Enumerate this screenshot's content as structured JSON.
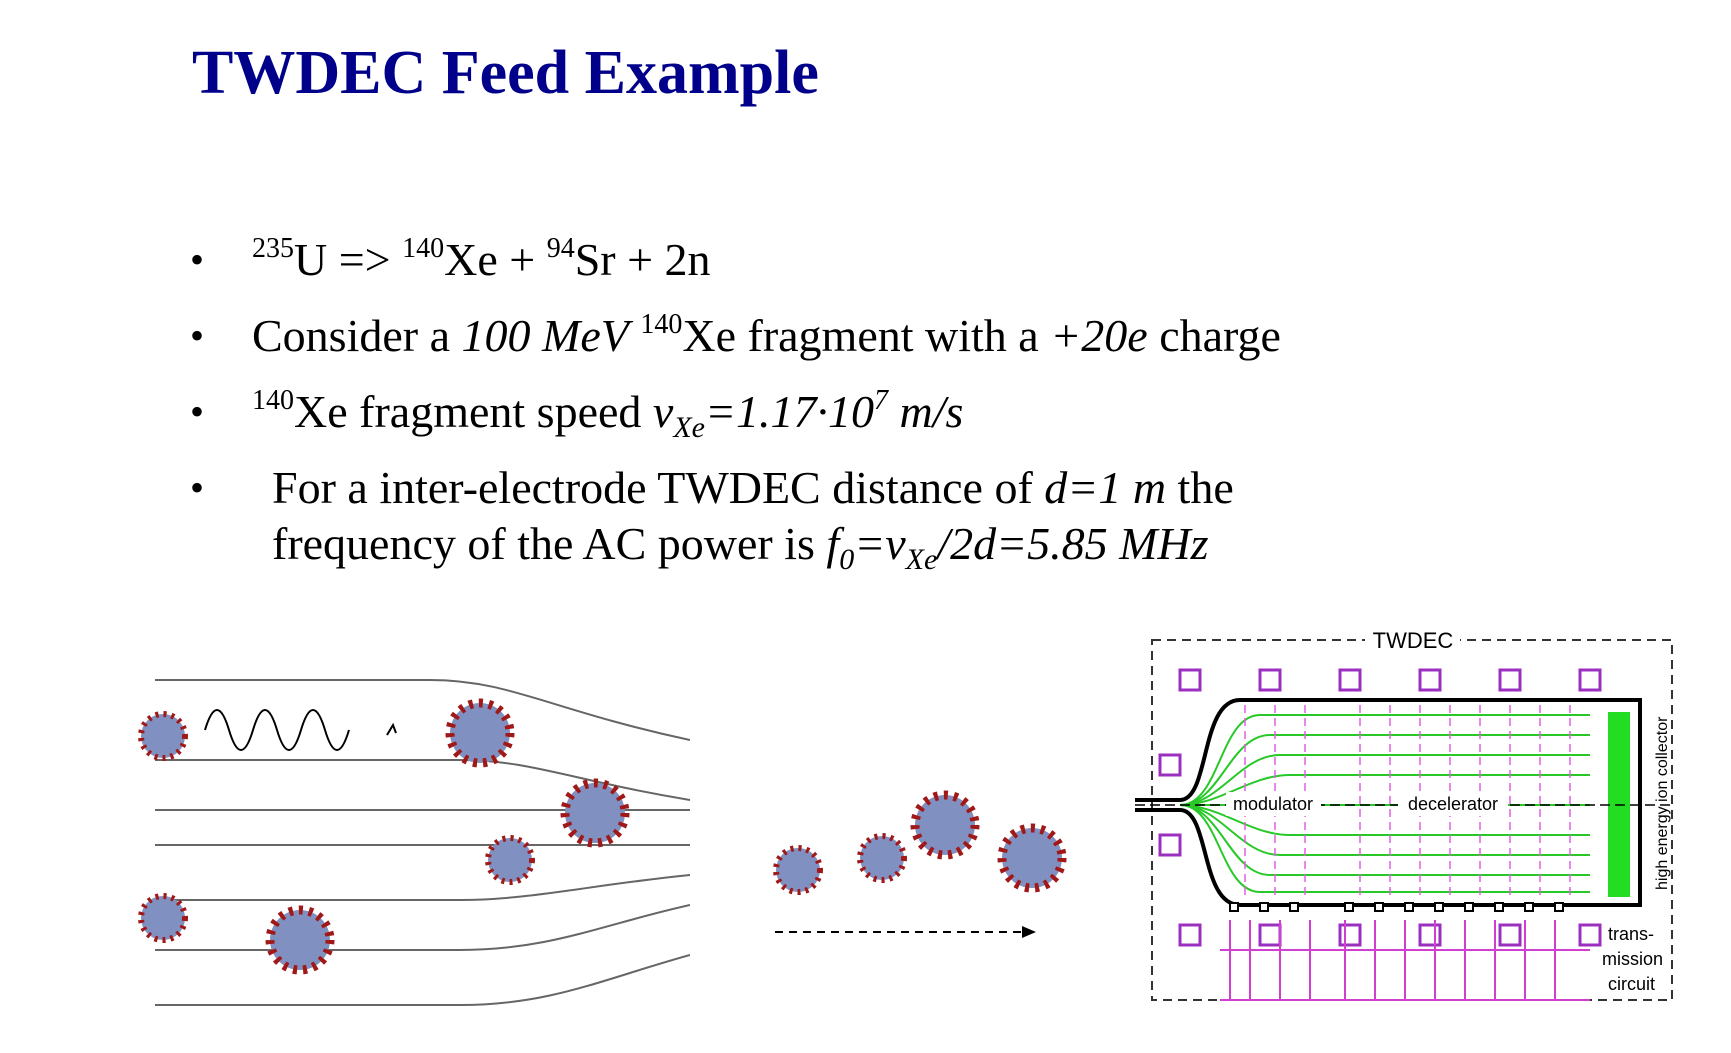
{
  "title": "TWDEC Feed Example",
  "bullets": {
    "b1": {
      "m1": "235",
      "t1": "U => ",
      "m2": "140",
      "t2": "Xe + ",
      "m3": "94",
      "t3": "Sr + 2n"
    },
    "b2": {
      "t1": "Consider a ",
      "i1": "100 MeV",
      "m1": "140",
      "t2": "Xe fragment with a ",
      "i2": "+20e",
      "t3": " charge"
    },
    "b3": {
      "m1": "140",
      "t1": "Xe fragment speed ",
      "i1": "v",
      "s1": "Xe",
      "i2": "=1.17·10",
      "m2": "7",
      "i3": " m/s"
    },
    "b4": {
      "t1": "For a inter-electrode TWDEC distance of ",
      "i1": "d=1 m",
      "t2": " the",
      "t3": "frequency of the AC power is ",
      "i2": "f",
      "s1": "0",
      "i3": "=v",
      "s2": "Xe",
      "i4": "/2d=5.85 MHz"
    }
  },
  "diagram": {
    "twdec_label": "TWDEC",
    "modulator_label": "modulator",
    "decelerator_label": "decelerator",
    "collector_label": "high energy ion collector",
    "trans_label": "trans-",
    "mission_label": "mission",
    "circuit_label": "circuit"
  }
}
